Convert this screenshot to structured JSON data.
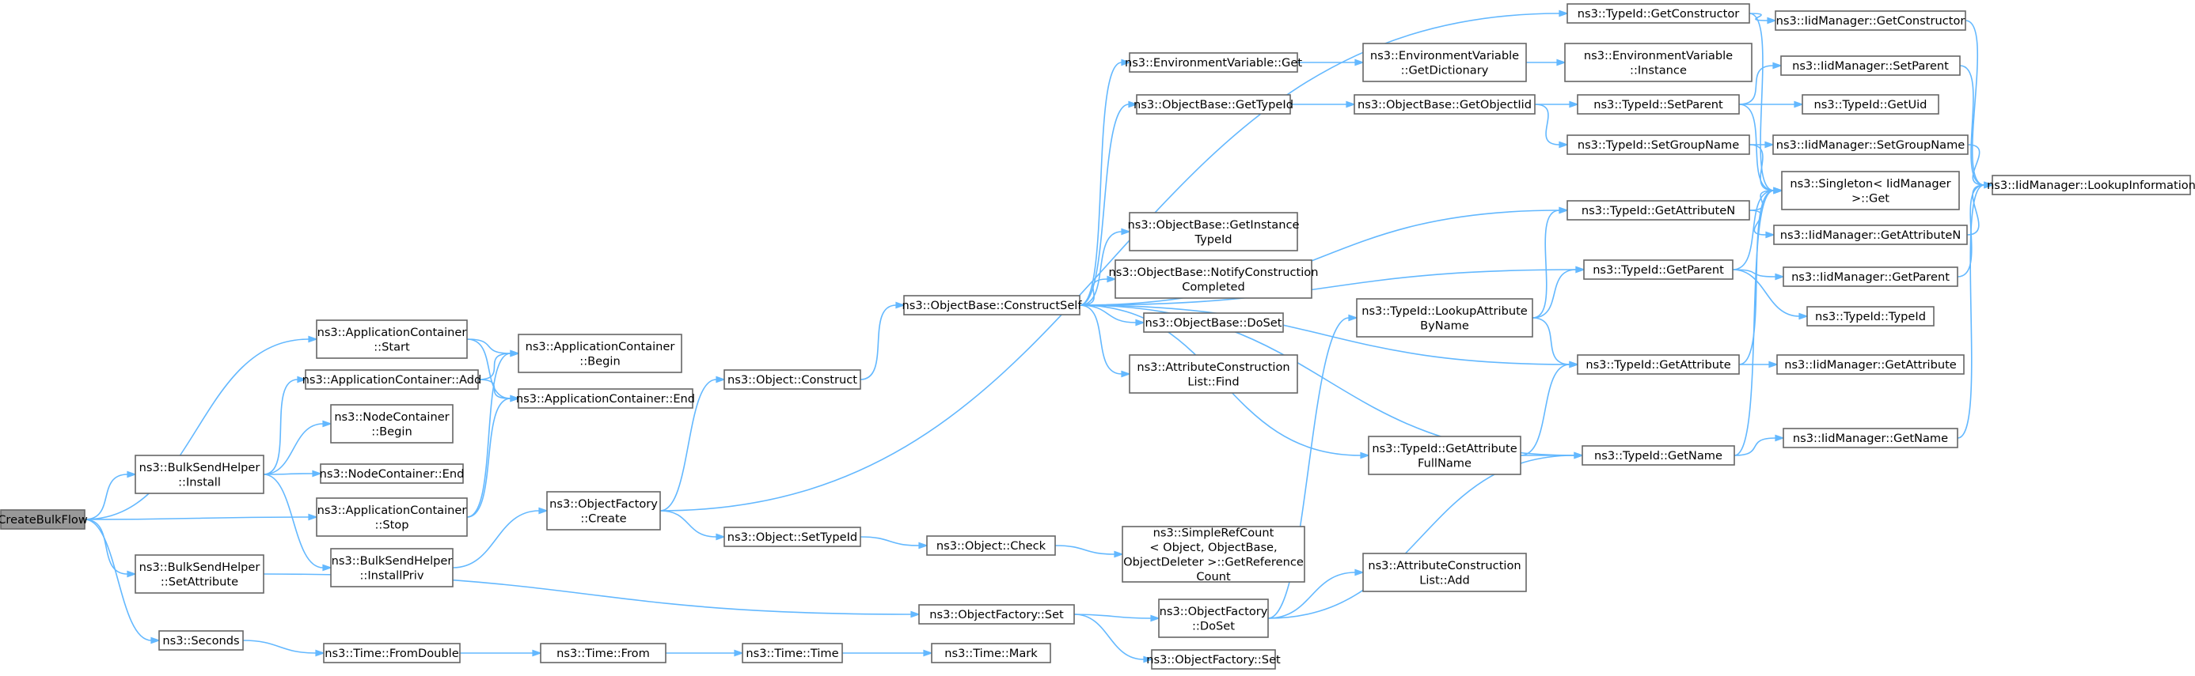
{
  "graph": {
    "title": "CreateBulkFlow call graph",
    "colors": {
      "edge": "#63b8ff",
      "node_border": "#666666",
      "root_fill": "#999999",
      "node_fill": "#ffffff"
    },
    "nodes": [
      {
        "id": "n0",
        "lines": [
          "CreateBulkFlow"
        ],
        "root": true
      },
      {
        "id": "n1",
        "lines": [
          "ns3::ApplicationContainer",
          "::Start"
        ]
      },
      {
        "id": "n2",
        "lines": [
          "ns3::ApplicationContainer::Add"
        ]
      },
      {
        "id": "n3",
        "lines": [
          "ns3::BulkSendHelper",
          "::Install"
        ]
      },
      {
        "id": "n4",
        "lines": [
          "ns3::ApplicationContainer",
          "::Stop"
        ]
      },
      {
        "id": "n5",
        "lines": [
          "ns3::BulkSendHelper",
          "::SetAttribute"
        ]
      },
      {
        "id": "n6",
        "lines": [
          "ns3::Seconds"
        ]
      },
      {
        "id": "n7",
        "lines": [
          "ns3::ApplicationContainer",
          "::Begin"
        ]
      },
      {
        "id": "n8",
        "lines": [
          "ns3::ApplicationContainer::End"
        ]
      },
      {
        "id": "n9",
        "lines": [
          "ns3::NodeContainer",
          "::Begin"
        ]
      },
      {
        "id": "n10",
        "lines": [
          "ns3::NodeContainer::End"
        ]
      },
      {
        "id": "n11",
        "lines": [
          "ns3::BulkSendHelper",
          "::InstallPriv"
        ]
      },
      {
        "id": "n12",
        "lines": [
          "ns3::Time::FromDouble"
        ]
      },
      {
        "id": "n13",
        "lines": [
          "ns3::ObjectFactory",
          "::Create"
        ]
      },
      {
        "id": "n14",
        "lines": [
          "ns3::Time::From"
        ]
      },
      {
        "id": "n15",
        "lines": [
          "ns3::Object::Construct"
        ]
      },
      {
        "id": "n16",
        "lines": [
          "ns3::Object::SetTypeId"
        ]
      },
      {
        "id": "n17",
        "lines": [
          "ns3::ObjectFactory::Set"
        ]
      },
      {
        "id": "n18",
        "lines": [
          "ns3::Time::Time"
        ]
      },
      {
        "id": "n19",
        "lines": [
          "ns3::ObjectBase::ConstructSelf"
        ]
      },
      {
        "id": "n20",
        "lines": [
          "ns3::Object::Check"
        ]
      },
      {
        "id": "n21",
        "lines": [
          "ns3::Time::Mark"
        ]
      },
      {
        "id": "n22",
        "lines": [
          "ns3::EnvironmentVariable::Get"
        ]
      },
      {
        "id": "n23",
        "lines": [
          "ns3::ObjectBase::GetTypeId"
        ]
      },
      {
        "id": "n24",
        "lines": [
          "ns3::ObjectBase::GetInstance",
          "TypeId"
        ]
      },
      {
        "id": "n25",
        "lines": [
          "ns3::ObjectBase::NotifyConstruction",
          "Completed"
        ]
      },
      {
        "id": "n26",
        "lines": [
          "ns3::ObjectBase::DoSet"
        ]
      },
      {
        "id": "n27",
        "lines": [
          "ns3::AttributeConstruction",
          "List::Find"
        ]
      },
      {
        "id": "n28",
        "lines": [
          "ns3::SimpleRefCount",
          "< Object, ObjectBase,",
          "ObjectDeleter >::GetReference",
          "Count"
        ]
      },
      {
        "id": "n29",
        "lines": [
          "ns3::ObjectFactory",
          "::DoSet"
        ]
      },
      {
        "id": "n30",
        "lines": [
          "ns3::ObjectFactory::Set"
        ]
      },
      {
        "id": "n31",
        "lines": [
          "ns3::EnvironmentVariable",
          "::GetDictionary"
        ]
      },
      {
        "id": "n32",
        "lines": [
          "ns3::ObjectBase::GetObjectIid"
        ]
      },
      {
        "id": "n33",
        "lines": [
          "ns3::TypeId::LookupAttribute",
          "ByName"
        ]
      },
      {
        "id": "n34",
        "lines": [
          "ns3::TypeId::GetAttribute",
          "FullName"
        ]
      },
      {
        "id": "n35",
        "lines": [
          "ns3::AttributeConstruction",
          "List::Add"
        ]
      },
      {
        "id": "n36",
        "lines": [
          "ns3::TypeId::GetConstructor"
        ]
      },
      {
        "id": "n37",
        "lines": [
          "ns3::EnvironmentVariable",
          "::Instance"
        ]
      },
      {
        "id": "n38",
        "lines": [
          "ns3::TypeId::SetParent"
        ]
      },
      {
        "id": "n39",
        "lines": [
          "ns3::TypeId::SetGroupName"
        ]
      },
      {
        "id": "n40",
        "lines": [
          "ns3::TypeId::GetAttributeN"
        ]
      },
      {
        "id": "n41",
        "lines": [
          "ns3::TypeId::GetParent"
        ]
      },
      {
        "id": "n42",
        "lines": [
          "ns3::TypeId::GetAttribute"
        ]
      },
      {
        "id": "n43",
        "lines": [
          "ns3::TypeId::GetName"
        ]
      },
      {
        "id": "n44",
        "lines": [
          "ns3::IidManager::GetConstructor"
        ]
      },
      {
        "id": "n45",
        "lines": [
          "ns3::IidManager::SetParent"
        ]
      },
      {
        "id": "n46",
        "lines": [
          "ns3::TypeId::GetUid"
        ]
      },
      {
        "id": "n47",
        "lines": [
          "ns3::IidManager::SetGroupName"
        ]
      },
      {
        "id": "n48",
        "lines": [
          "ns3::Singleton< IidManager",
          ">::Get"
        ]
      },
      {
        "id": "n49",
        "lines": [
          "ns3::IidManager::GetAttributeN"
        ]
      },
      {
        "id": "n50",
        "lines": [
          "ns3::IidManager::GetParent"
        ]
      },
      {
        "id": "n51",
        "lines": [
          "ns3::TypeId::TypeId"
        ]
      },
      {
        "id": "n52",
        "lines": [
          "ns3::IidManager::GetAttribute"
        ]
      },
      {
        "id": "n53",
        "lines": [
          "ns3::IidManager::GetName"
        ]
      },
      {
        "id": "n54",
        "lines": [
          "ns3::IidManager::LookupInformation"
        ]
      }
    ],
    "edges": [
      [
        "n0",
        "n1"
      ],
      [
        "n0",
        "n3"
      ],
      [
        "n0",
        "n4"
      ],
      [
        "n0",
        "n5"
      ],
      [
        "n0",
        "n6"
      ],
      [
        "n1",
        "n7"
      ],
      [
        "n1",
        "n8"
      ],
      [
        "n2",
        "n7"
      ],
      [
        "n2",
        "n8"
      ],
      [
        "n3",
        "n2"
      ],
      [
        "n3",
        "n9"
      ],
      [
        "n3",
        "n10"
      ],
      [
        "n3",
        "n11"
      ],
      [
        "n4",
        "n7"
      ],
      [
        "n4",
        "n8"
      ],
      [
        "n5",
        "n17"
      ],
      [
        "n6",
        "n12"
      ],
      [
        "n11",
        "n13"
      ],
      [
        "n12",
        "n14"
      ],
      [
        "n13",
        "n15"
      ],
      [
        "n13",
        "n16"
      ],
      [
        "n13",
        "n36"
      ],
      [
        "n14",
        "n18"
      ],
      [
        "n15",
        "n19"
      ],
      [
        "n16",
        "n20"
      ],
      [
        "n17",
        "n29"
      ],
      [
        "n17",
        "n30"
      ],
      [
        "n18",
        "n21"
      ],
      [
        "n19",
        "n22"
      ],
      [
        "n19",
        "n23"
      ],
      [
        "n19",
        "n24"
      ],
      [
        "n19",
        "n25"
      ],
      [
        "n19",
        "n26"
      ],
      [
        "n19",
        "n27"
      ],
      [
        "n19",
        "n40"
      ],
      [
        "n19",
        "n41"
      ],
      [
        "n19",
        "n42"
      ],
      [
        "n19",
        "n34"
      ],
      [
        "n19",
        "n43"
      ],
      [
        "n20",
        "n28"
      ],
      [
        "n22",
        "n31"
      ],
      [
        "n23",
        "n32"
      ],
      [
        "n29",
        "n33"
      ],
      [
        "n29",
        "n35"
      ],
      [
        "n29",
        "n43"
      ],
      [
        "n31",
        "n37"
      ],
      [
        "n32",
        "n38"
      ],
      [
        "n32",
        "n39"
      ],
      [
        "n33",
        "n40"
      ],
      [
        "n33",
        "n41"
      ],
      [
        "n33",
        "n42"
      ],
      [
        "n34",
        "n42"
      ],
      [
        "n34",
        "n43"
      ],
      [
        "n36",
        "n44"
      ],
      [
        "n36",
        "n48"
      ],
      [
        "n38",
        "n45"
      ],
      [
        "n38",
        "n46"
      ],
      [
        "n38",
        "n48"
      ],
      [
        "n39",
        "n47"
      ],
      [
        "n39",
        "n48"
      ],
      [
        "n40",
        "n48"
      ],
      [
        "n40",
        "n49"
      ],
      [
        "n41",
        "n50"
      ],
      [
        "n41",
        "n51"
      ],
      [
        "n41",
        "n48"
      ],
      [
        "n42",
        "n52"
      ],
      [
        "n42",
        "n48"
      ],
      [
        "n43",
        "n53"
      ],
      [
        "n43",
        "n48"
      ],
      [
        "n44",
        "n54"
      ],
      [
        "n45",
        "n54"
      ],
      [
        "n47",
        "n54"
      ],
      [
        "n49",
        "n54"
      ],
      [
        "n50",
        "n54"
      ],
      [
        "n53",
        "n54"
      ]
    ]
  }
}
